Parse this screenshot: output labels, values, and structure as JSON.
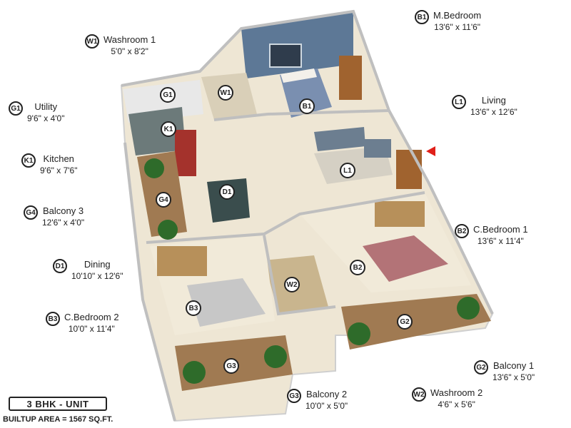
{
  "legend": {
    "w1": {
      "code": "W1",
      "name": "Washroom 1",
      "dim": "5'0\" x 8'2\""
    },
    "b1": {
      "code": "B1",
      "name": "M.Bedroom",
      "dim": "13'6\" x 11'6\""
    },
    "l1": {
      "code": "L1",
      "name": "Living",
      "dim": "13'6\" x 12'6\""
    },
    "g1": {
      "code": "G1",
      "name": "Utility",
      "dim": "9'6\" x 4'0\""
    },
    "k1": {
      "code": "K1",
      "name": "Kitchen",
      "dim": "9'6\" x 7'6\""
    },
    "g4": {
      "code": "G4",
      "name": "Balcony 3",
      "dim": "12'6\" x 4'0\""
    },
    "d1": {
      "code": "D1",
      "name": "Dining",
      "dim": "10'10\" x 12'6\""
    },
    "b2": {
      "code": "B2",
      "name": "C.Bedroom 1",
      "dim": "13'6\" x 11'4\""
    },
    "b3": {
      "code": "B3",
      "name": "C.Bedroom 2",
      "dim": "10'0\" x 11'4\""
    },
    "g2": {
      "code": "G2",
      "name": "Balcony 1",
      "dim": "13'6\" x 5'0\""
    },
    "g3": {
      "code": "G3",
      "name": "Balcony 2",
      "dim": "10'0\" x 5'0\""
    },
    "w2": {
      "code": "W2",
      "name": "Washroom 2",
      "dim": "4'6\" x 5'6\""
    }
  },
  "unit_label": "3 BHK - UNIT",
  "builtup_area": "BUILTUP AREA = 1567 SQ.FT.",
  "colors": {
    "floor": "#eee6d4",
    "wall": "#d7d7d7",
    "accent_wall": "#5d7896",
    "wood": "#a0632f",
    "balcony_floor": "#a07a52",
    "tile": "#c9b58e",
    "entry_arrow": "#e0201a"
  }
}
